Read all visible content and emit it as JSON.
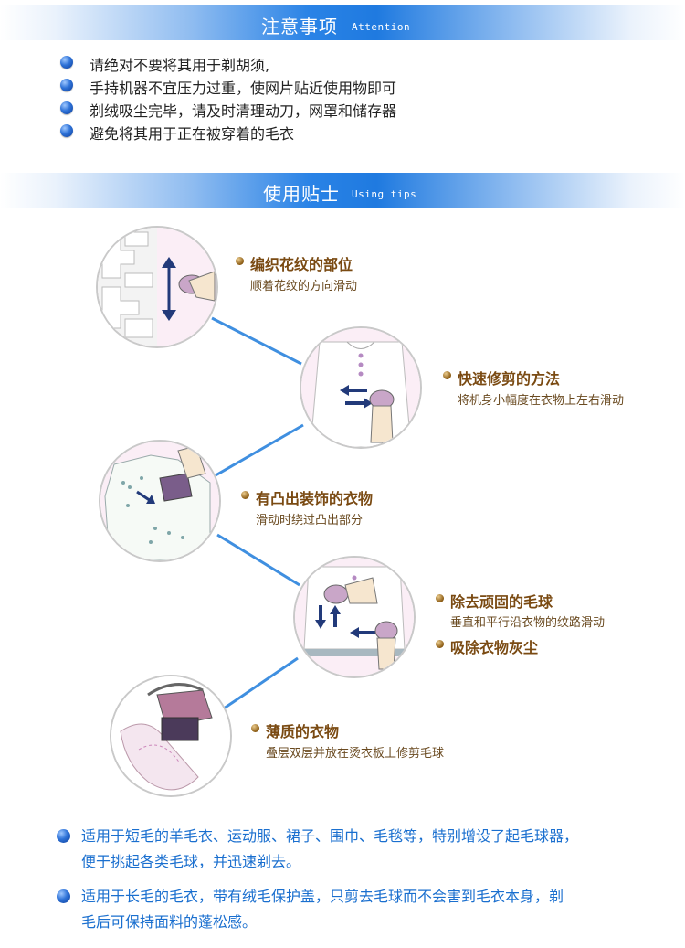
{
  "attention": {
    "title": "注意事项",
    "subtitle": "Attention",
    "items": [
      "请绝对不要将其用于剃胡须,",
      "手持机器不宜压力过重，使网片贴近使用物即可",
      "剃绒吸尘完毕，请及时清理动刀，网罩和储存器",
      "避免将其用于正在被穿着的毛衣"
    ]
  },
  "tips": {
    "title": "使用贴士",
    "subtitle": "Using tips",
    "items": [
      {
        "title": "编织花纹的部位",
        "desc": "顺着花纹的方向滑动"
      },
      {
        "title": "快速修剪的方法",
        "desc": "将机身小幅度在衣物上左右滑动"
      },
      {
        "title": "有凸出装饰的衣物",
        "desc": "滑动时绕过凸出部分"
      },
      {
        "title": "除去顽固的毛球",
        "desc": "垂直和平行沿衣物的纹路滑动"
      },
      {
        "title": "吸除衣物灰尘",
        "desc": ""
      },
      {
        "title": "薄质的衣物",
        "desc": "叠层双层并放在烫衣板上修剪毛球"
      }
    ]
  },
  "notes": [
    {
      "line1": "适用于短毛的羊毛衣、运动服、裙子、围巾、毛毯等，特别增设了起毛球器，",
      "line2": "便于挑起各类毛球，并迅速剃去。"
    },
    {
      "line1": "适用于长毛的毛衣，带有绒毛保护盖，只剪去毛球而不会害到毛衣本身，剃",
      "line2": "毛后可保持面料的蓬松感。"
    }
  ],
  "colors": {
    "banner": "#1f7ae0",
    "tip_title": "#7a4a12",
    "note_text": "#1a6fcf",
    "connector": "#3f8fe0"
  }
}
